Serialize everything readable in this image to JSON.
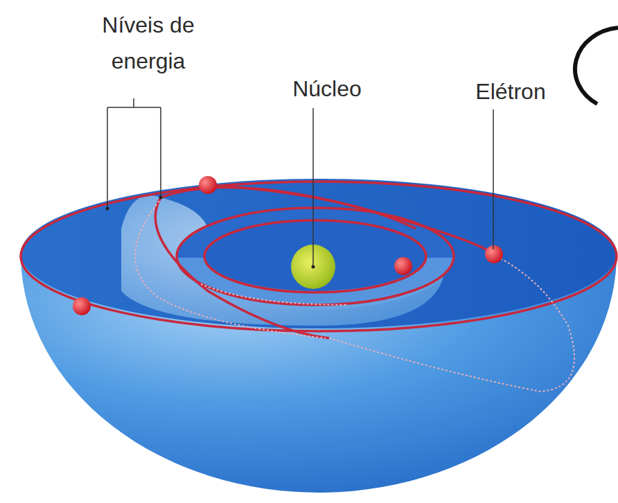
{
  "diagram": {
    "labels": [
      "Níveis de energia",
      "Núcleo",
      "Elétron"
    ]
  }
}
